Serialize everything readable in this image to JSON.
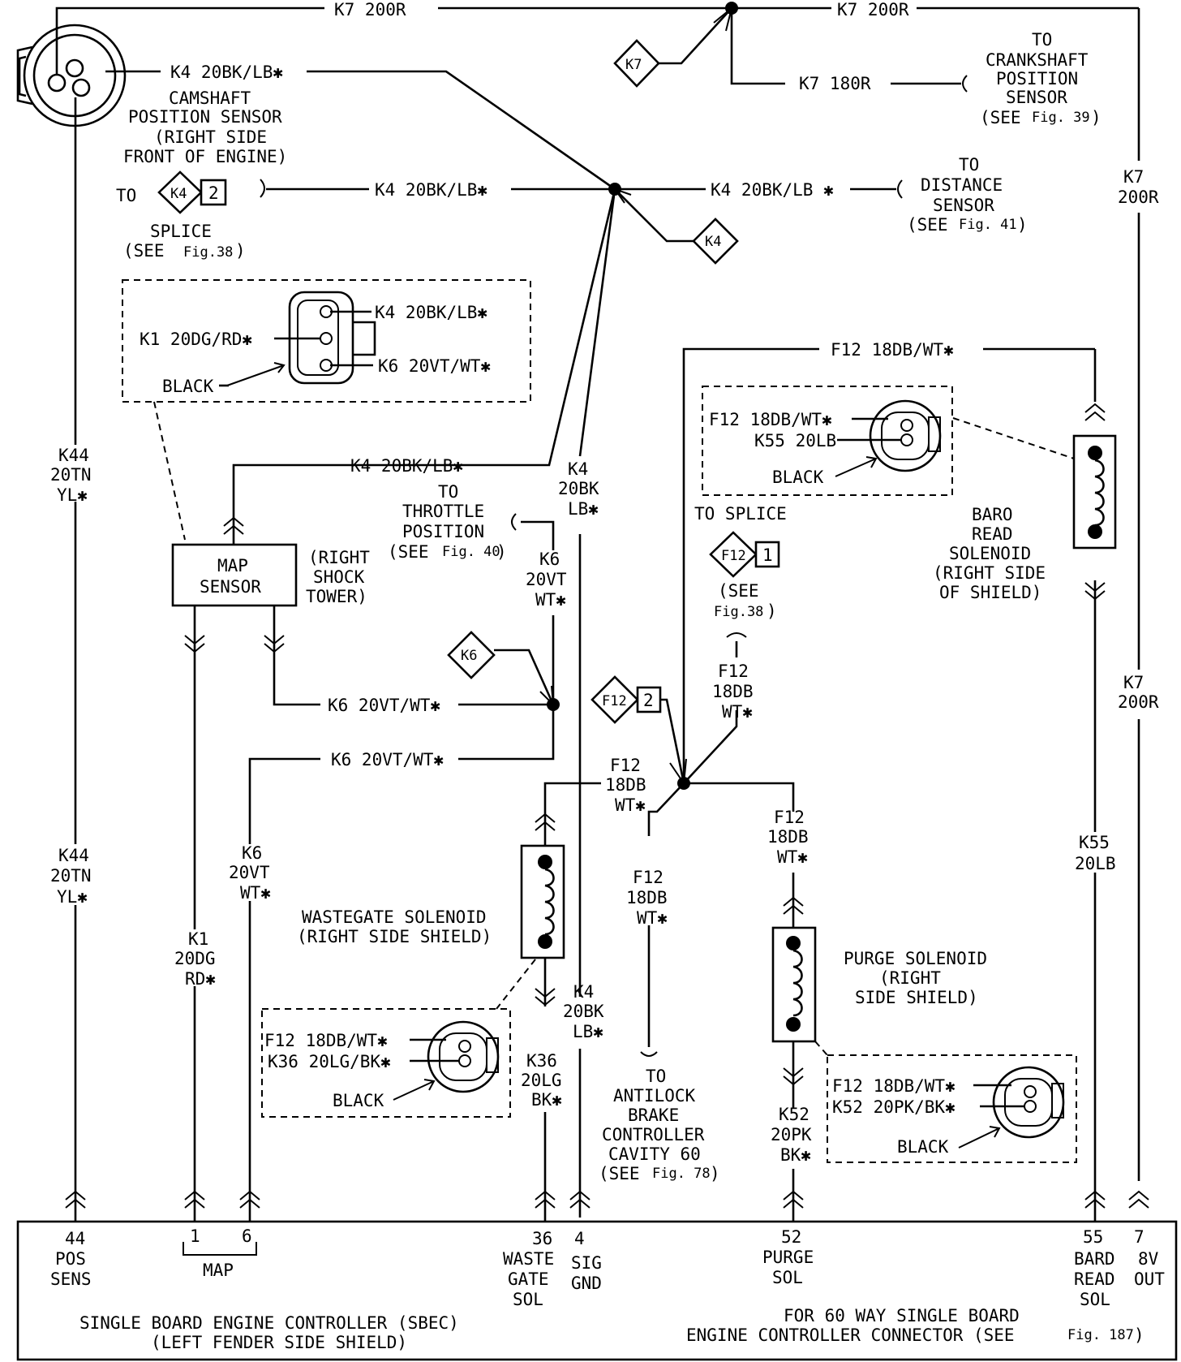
{
  "wires": {
    "k7_top_left": "K7 200R",
    "k7_top_right": "K7 200R",
    "k7_180": "K7 180R",
    "k7_vert_upper_1": "K7",
    "k7_vert_upper_2": "200R",
    "k7_vert_lower_1": "K7",
    "k7_vert_lower_2": "200R",
    "k4_top": "K4 20BK/LB✱",
    "k4_splice_left": "K4 20BK/LB✱",
    "k4_splice_right": "K4 20BK/LB ✱",
    "k4_to_map": "K4 20BK/LB✱",
    "k4_vert_1": "K4",
    "k4_vert_2": "20BK",
    "k4_vert_3": "LB✱",
    "k4_low_1": "K4",
    "k4_low_2": "20BK",
    "k4_low_3": "LB✱",
    "k44_a_1": "K44",
    "k44_a_2": "20TN",
    "k44_a_3": "YL✱",
    "k44_b_1": "K44",
    "k44_b_2": "20TN",
    "k44_b_3": "YL✱",
    "k6_tp_1": "K6",
    "k6_tp_2": "20VT",
    "k6_tp_3": "WT✱",
    "k6_map": "K6 20VT/WT✱",
    "k6_sbec": "K6 20VT/WT✱",
    "k6_vert_1": "K6",
    "k6_vert_2": "20VT",
    "k6_vert_3": "WT✱",
    "k1_1": "K1",
    "k1_2": "20DG",
    "k1_3": "RD✱",
    "f12_top": "F12 18DB/WT✱",
    "f12_fig38_1": "F12",
    "f12_fig38_2": "18DB",
    "f12_fig38_3": "WT✱",
    "f12_ws_1": "F12",
    "f12_ws_2": "18DB",
    "f12_ws_3": "WT✱",
    "f12_abs_1": "F12",
    "f12_abs_2": "18DB",
    "f12_abs_3": "WT✱",
    "f12_purge_1": "F12",
    "f12_purge_2": "18DB",
    "f12_purge_3": "WT✱",
    "k36_1": "K36",
    "k36_2": "20LG",
    "k36_3": "BK✱",
    "k52_1": "K52",
    "k52_2": "20PK",
    "k52_3": "BK✱",
    "k55_1": "K55",
    "k55_2": "20LB"
  },
  "labels": {
    "cam_1": "CAMSHAFT",
    "cam_2": "POSITION SENSOR",
    "cam_3": "(RIGHT SIDE",
    "cam_4": "FRONT OF ENGINE)",
    "crank_1": "TO",
    "crank_2": "CRANKSHAFT",
    "crank_3": "POSITION",
    "crank_4": "SENSOR",
    "crank_5": "(SEE",
    "crank_fig": "Fig. 39",
    "crank_6": ")",
    "dist_1": "TO",
    "dist_2": "DISTANCE",
    "dist_3": "SENSOR",
    "dist_4": "(SEE",
    "dist_fig": "Fig. 41",
    "dist_5": ")",
    "splice_to": "TO",
    "splice_1": "SPLICE",
    "splice_2": "(SEE",
    "splice_fig": "Fig.38",
    "splice_3": ")",
    "map_1": "MAP",
    "map_2": "SENSOR",
    "shock_1": "(RIGHT",
    "shock_2": "SHOCK",
    "shock_3": "TOWER)",
    "tps_1": "TO",
    "tps_2": "THROTTLE",
    "tps_3": "POSITION",
    "tps_4": "(SEE",
    "tps_fig": "Fig. 40",
    "tps_5": ")",
    "to_splice": "TO SPLICE",
    "see38_1": "(SEE",
    "see38_fig": "Fig.38",
    "see38_2": ")",
    "baro_1": "BARO",
    "baro_2": "READ",
    "baro_3": "SOLENOID",
    "baro_4": "(RIGHT SIDE",
    "baro_5": "OF SHIELD)",
    "wg_1": "WASTEGATE SOLENOID",
    "wg_2": "(RIGHT SIDE SHIELD)",
    "purge_1": "PURGE SOLENOID",
    "purge_2": "(RIGHT",
    "purge_3": "SIDE SHIELD)",
    "abs_1": "TO",
    "abs_2": "ANTILOCK",
    "abs_3": "BRAKE",
    "abs_4": "CONTROLLER",
    "abs_5": "CAVITY 60",
    "abs_6": "(SEE",
    "abs_fig": "Fig. 78",
    "abs_7": ")"
  },
  "connectors": {
    "cam": {
      "pin1": "K4 20BK/LB✱",
      "pin2": "K1 20DG/RD✱",
      "pin3": "K6 20VT/WT✱",
      "color": "BLACK"
    },
    "baro": {
      "pin1": "F12 18DB/WT✱",
      "pin2": "K55 20LB",
      "color": "BLACK"
    },
    "wastegate": {
      "pin1": "F12 18DB/WT✱",
      "pin2": "K36 20LG/BK✱",
      "color": "BLACK"
    },
    "purge": {
      "pin1": "F12 18DB/WT✱",
      "pin2": "K52 20PK/BK✱",
      "color": "BLACK"
    }
  },
  "splices": {
    "k7": "K7",
    "k4_ref": "K4",
    "k4_ref_num": "2",
    "k4": "K4",
    "k6": "K6",
    "f12_ref": "F12",
    "f12_ref_num": "1",
    "f12_2": "F12",
    "f12_2_num": "2"
  },
  "sbec": {
    "pin44_num": "44",
    "pin44_1": "POS",
    "pin44_2": "SENS",
    "pin1": "1",
    "pin6": "6",
    "map": "MAP",
    "pin36_num": "36",
    "pin36_1": "WASTE",
    "pin36_2": "GATE",
    "pin36_3": "SOL",
    "pin4_num": "4",
    "pin4_1": "SIG",
    "pin4_2": "GND",
    "pin52_num": "52",
    "pin52_1": "PURGE",
    "pin52_2": "SOL",
    "pin55_num": "55",
    "pin55_1": "BARD",
    "pin55_2": "READ",
    "pin55_3": "SOL",
    "pin7_num": "7",
    "pin7_1": "8V",
    "pin7_2": "OUT",
    "title_1": "SINGLE BOARD ENGINE CONTROLLER (SBEC)",
    "title_2": "(LEFT FENDER SIDE SHIELD)",
    "conn_1": "FOR 60 WAY SINGLE BOARD",
    "conn_2": "ENGINE CONTROLLER CONNECTOR (SEE",
    "conn_fig": "Fig. 187",
    "conn_3": ")"
  }
}
